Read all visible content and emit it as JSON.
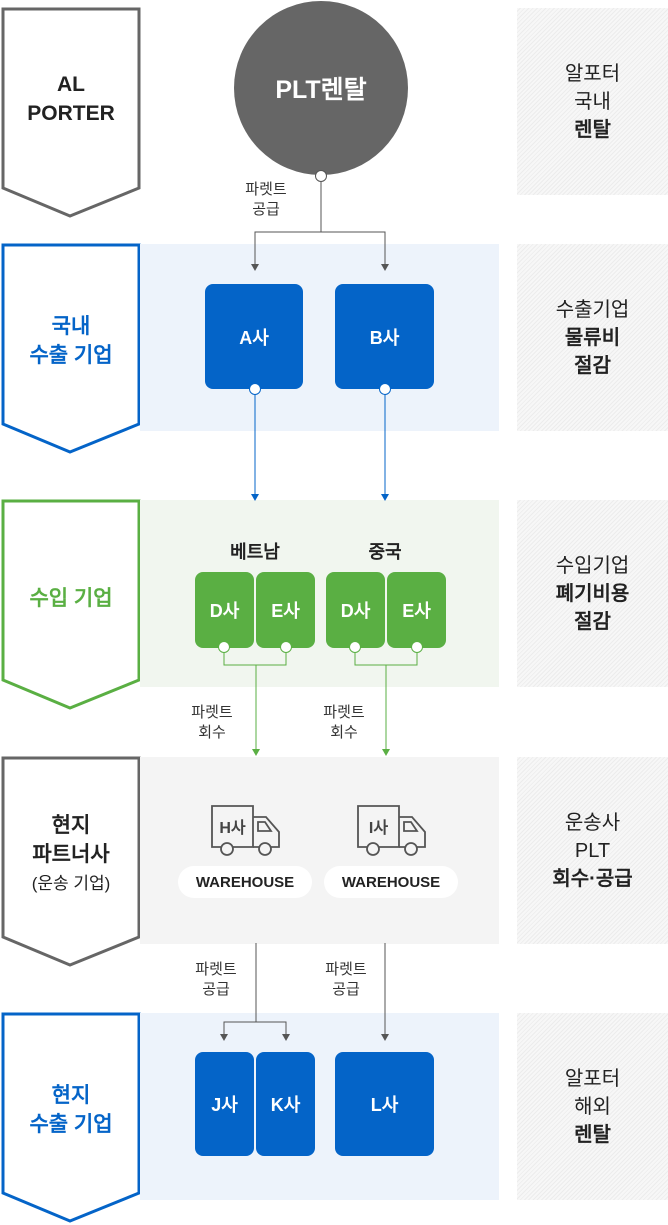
{
  "banners": [
    {
      "lines": [
        "AL",
        "PORTER"
      ],
      "color": "#666666",
      "textcolor": "#222222"
    },
    {
      "lines": [
        "국내",
        "수출 기업"
      ],
      "color": "#0464c8",
      "textcolor": "#0464c8"
    },
    {
      "lines": [
        "수입 기업"
      ],
      "color": "#5aaf43",
      "textcolor": "#5aaf43"
    },
    {
      "lines": [
        "현지",
        "파트너사",
        "(운송 기업)"
      ],
      "color": "#666666",
      "textcolor": "#222222"
    },
    {
      "lines": [
        "현지",
        "수출 기업"
      ],
      "color": "#0464c8",
      "textcolor": "#0464c8"
    }
  ],
  "circle": {
    "label": "PLT렌탈"
  },
  "flow_labels": {
    "supply1": [
      "파렛트",
      "공급"
    ],
    "recover1": [
      "파렛트",
      "회수"
    ],
    "recover2": [
      "파렛트",
      "회수"
    ],
    "supply2": [
      "파렛트",
      "공급"
    ],
    "supply3": [
      "파렛트",
      "공급"
    ]
  },
  "domestic": {
    "a": "A사",
    "b": "B사"
  },
  "import": {
    "vietnam": "베트남",
    "china": "중국",
    "v_d": "D사",
    "v_e": "E사",
    "c_d": "D사",
    "c_e": "E사"
  },
  "partners": {
    "h": "H사",
    "i": "I사",
    "warehouse1": "WAREHOUSE",
    "warehouse2": "WAREHOUSE"
  },
  "local": {
    "j": "J사",
    "k": "K사",
    "l": "L사"
  },
  "benefits": [
    {
      "normal": [
        "알포터",
        "국내"
      ],
      "bold": [
        "렌탈"
      ]
    },
    {
      "normal": [
        "수출기업"
      ],
      "bold": [
        "물류비",
        "절감"
      ]
    },
    {
      "normal": [
        "수입기업"
      ],
      "bold": [
        "폐기비용",
        "절감"
      ]
    },
    {
      "normal": [
        "운송사",
        "PLT"
      ],
      "bold": [
        "회수·공급"
      ]
    },
    {
      "normal": [
        "알포터",
        "해외"
      ],
      "bold": [
        "렌탈"
      ]
    }
  ],
  "colors": {
    "blue": "#0464c8",
    "green": "#5aaf43",
    "gray": "#666666",
    "circle": "#666666"
  }
}
